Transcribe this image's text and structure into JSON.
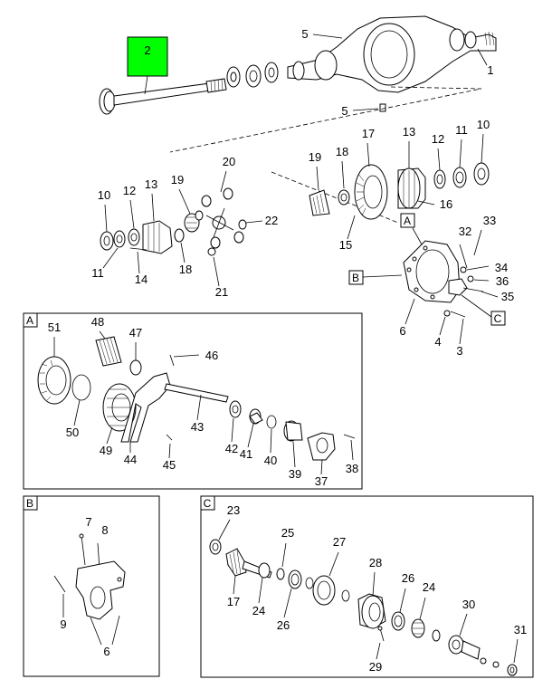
{
  "highlight_color": "#00ff00",
  "highlighted_callout": "2",
  "callouts_main": {
    "c1": "1",
    "c2": "2",
    "c3": "3",
    "c4": "4",
    "c5a": "5",
    "c5b": "5",
    "c6": "6",
    "c10a": "10",
    "c10b": "10",
    "c11a": "11",
    "c11b": "11",
    "c12a": "12",
    "c12b": "12",
    "c13a": "13",
    "c13b": "13",
    "c14": "14",
    "c15": "15",
    "c16": "16",
    "c17": "17",
    "c18a": "18",
    "c18b": "18",
    "c19a": "19",
    "c19b": "19",
    "c20": "20",
    "c21": "21",
    "c22": "22",
    "c32": "32",
    "c33": "33",
    "c34": "34",
    "c35": "35",
    "c36": "36"
  },
  "view_refs": {
    "a": "A",
    "b": "B",
    "c": "C"
  },
  "detail_a": {
    "label": "A",
    "callouts": {
      "c37": "37",
      "c38": "38",
      "c39": "39",
      "c40": "40",
      "c41": "41",
      "c42": "42",
      "c43": "43",
      "c44": "44",
      "c45": "45",
      "c46": "46",
      "c47": "47",
      "c48": "48",
      "c49": "49",
      "c50": "50",
      "c51": "51"
    }
  },
  "detail_b": {
    "label": "B",
    "callouts": {
      "c6": "6",
      "c7": "7",
      "c8": "8",
      "c9": "9"
    }
  },
  "detail_c": {
    "label": "C",
    "callouts": {
      "c17": "17",
      "c23": "23",
      "c24a": "24",
      "c24b": "24",
      "c25": "25",
      "c26a": "26",
      "c26b": "26",
      "c27": "27",
      "c28": "28",
      "c29": "29",
      "c30": "30",
      "c31": "31"
    }
  }
}
